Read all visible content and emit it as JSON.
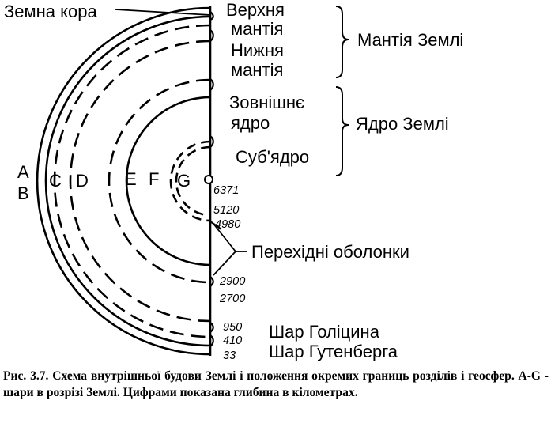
{
  "labels": {
    "crust": "Земна кора",
    "upper_mantle_1": "Верхня",
    "upper_mantle_2": "мантія",
    "lower_mantle_1": "Нижня",
    "lower_mantle_2": "мантія",
    "mantle_group": "Мантія Землі",
    "outer_core_1": "Зовнішнє",
    "outer_core_2": "ядро",
    "subcore": "Суб'ядро",
    "core_group": "Ядро Землі",
    "transition": "Перехідні оболонки",
    "golitsyn": "Шар Голіцина",
    "gutenberg": "Шар Гутенберга"
  },
  "letters": [
    "A",
    "B",
    "C",
    "D",
    "E",
    "F",
    "G"
  ],
  "depths": [
    "6371",
    "5120",
    "4980",
    "2900",
    "2700",
    "950",
    "410",
    "33"
  ],
  "caption": "Рис. 3.7. Схема внутрішньої будови Землі і положення окремих границь розділів і геосфер. A-G - шари в розрізі Землі. Цифрами показана глибина в кілометрах."
}
